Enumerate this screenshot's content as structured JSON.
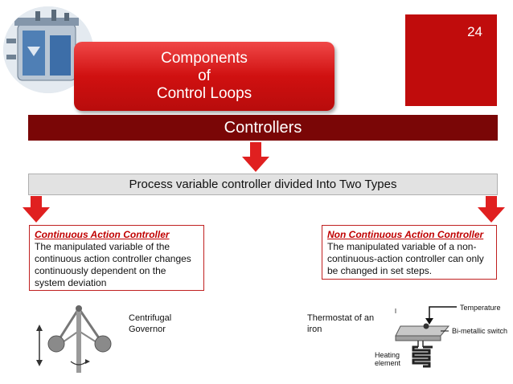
{
  "slide": {
    "page_number": "24",
    "title_lines": [
      "Components",
      "of",
      "Control Loops"
    ],
    "controllers_label": "Controllers",
    "process_label": "Process variable controller divided Into Two Types"
  },
  "continuous": {
    "heading": "Continuous Action Controller",
    "body": "The manipulated variable of the continuous action controller changes continuously dependent on the system deviation",
    "caption_lines": [
      "Centrifugal",
      "Governor"
    ]
  },
  "non_continuous": {
    "heading": "Non Continuous Action Controller",
    "body": "The manipulated variable of a non-continuous-action controller can only be changed in set steps.",
    "caption_lines": [
      "Thermostat of an",
      "iron"
    ]
  },
  "thermostat_diagram": {
    "temperature_label": "Temperature",
    "switch_label": "Bi-metallic switch",
    "heating_lines": [
      "Heating",
      "element"
    ]
  },
  "colors": {
    "title_red": "#d01010",
    "bar_dark_red": "#7a0606",
    "page_box": "#c00c0c",
    "arrow_red": "#e02020",
    "heading_red": "#c00000"
  }
}
